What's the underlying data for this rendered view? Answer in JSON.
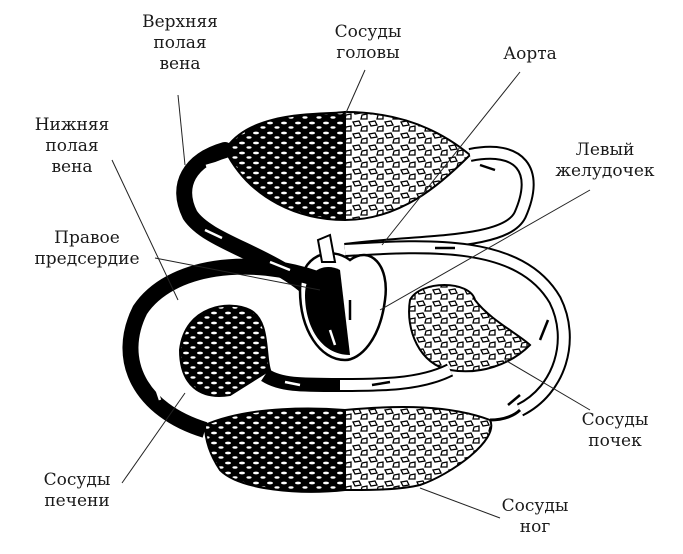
{
  "diagram": {
    "type": "circulatory-system-schematic",
    "colors": {
      "venous_blood": "#000000",
      "arterial_blood": "#ffffff",
      "outline": "#111111",
      "background": "#ffffff"
    },
    "labels": {
      "superior_vena_cava": {
        "line1": "Верхняя",
        "line2": "полая",
        "line3": "вена"
      },
      "head_vessels": {
        "line1": "Сосуды",
        "line2": "головы"
      },
      "aorta": {
        "line1": "Аорта"
      },
      "inferior_vena_cava": {
        "line1": "Нижняя",
        "line2": "полая",
        "line3": "вена"
      },
      "left_ventricle": {
        "line1": "Левый",
        "line2": "желудочек"
      },
      "right_atrium": {
        "line1": "Правое",
        "line2": "предсердие"
      },
      "kidney_vessels": {
        "line1": "Сосуды",
        "line2": "почек"
      },
      "liver_vessels": {
        "line1": "Сосуды",
        "line2": "печени"
      },
      "leg_vessels": {
        "line1": "Сосуды",
        "line2": "ног"
      }
    }
  }
}
